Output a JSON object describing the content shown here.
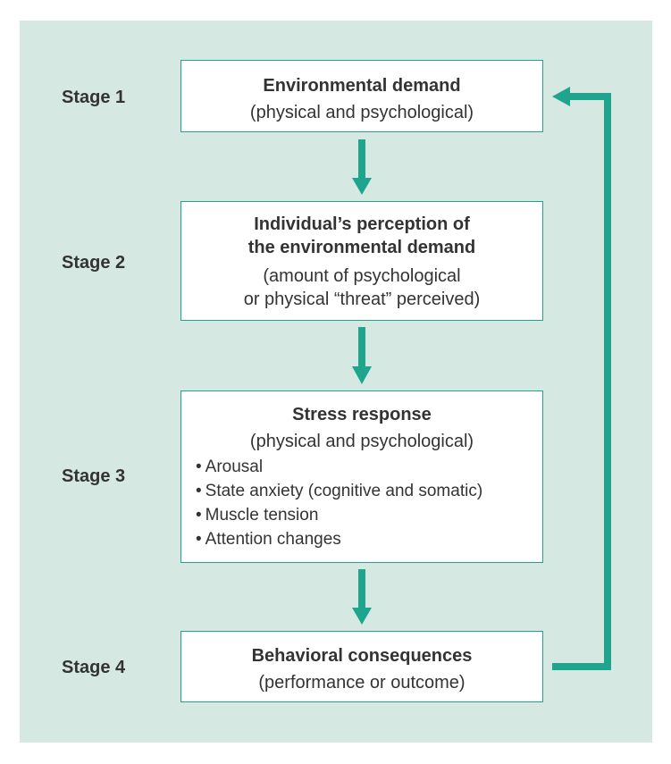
{
  "colors": {
    "panel": "#d5e9e2",
    "accent": "#1fa58e",
    "box": "#ffffff",
    "text": "#333333"
  },
  "stages": [
    {
      "label": "Stage 1",
      "title": [
        "Environmental demand"
      ],
      "subtitle": [
        "(physical and psychological)"
      ]
    },
    {
      "label": "Stage 2",
      "title": [
        "Individual’s perception of",
        "the environmental demand"
      ],
      "subtitle": [
        "(amount of psychological",
        "or physical “threat” perceived)"
      ]
    },
    {
      "label": "Stage 3",
      "title": [
        "Stress response"
      ],
      "subtitle": [
        "(physical and psychological)"
      ],
      "bullets": [
        "Arousal",
        "State anxiety (cognitive and somatic)",
        "Muscle tension",
        "Attention changes"
      ]
    },
    {
      "label": "Stage 4",
      "title": [
        "Behavioral consequences"
      ],
      "subtitle": [
        "(performance or outcome)"
      ]
    }
  ],
  "bullet_glyph": "•"
}
